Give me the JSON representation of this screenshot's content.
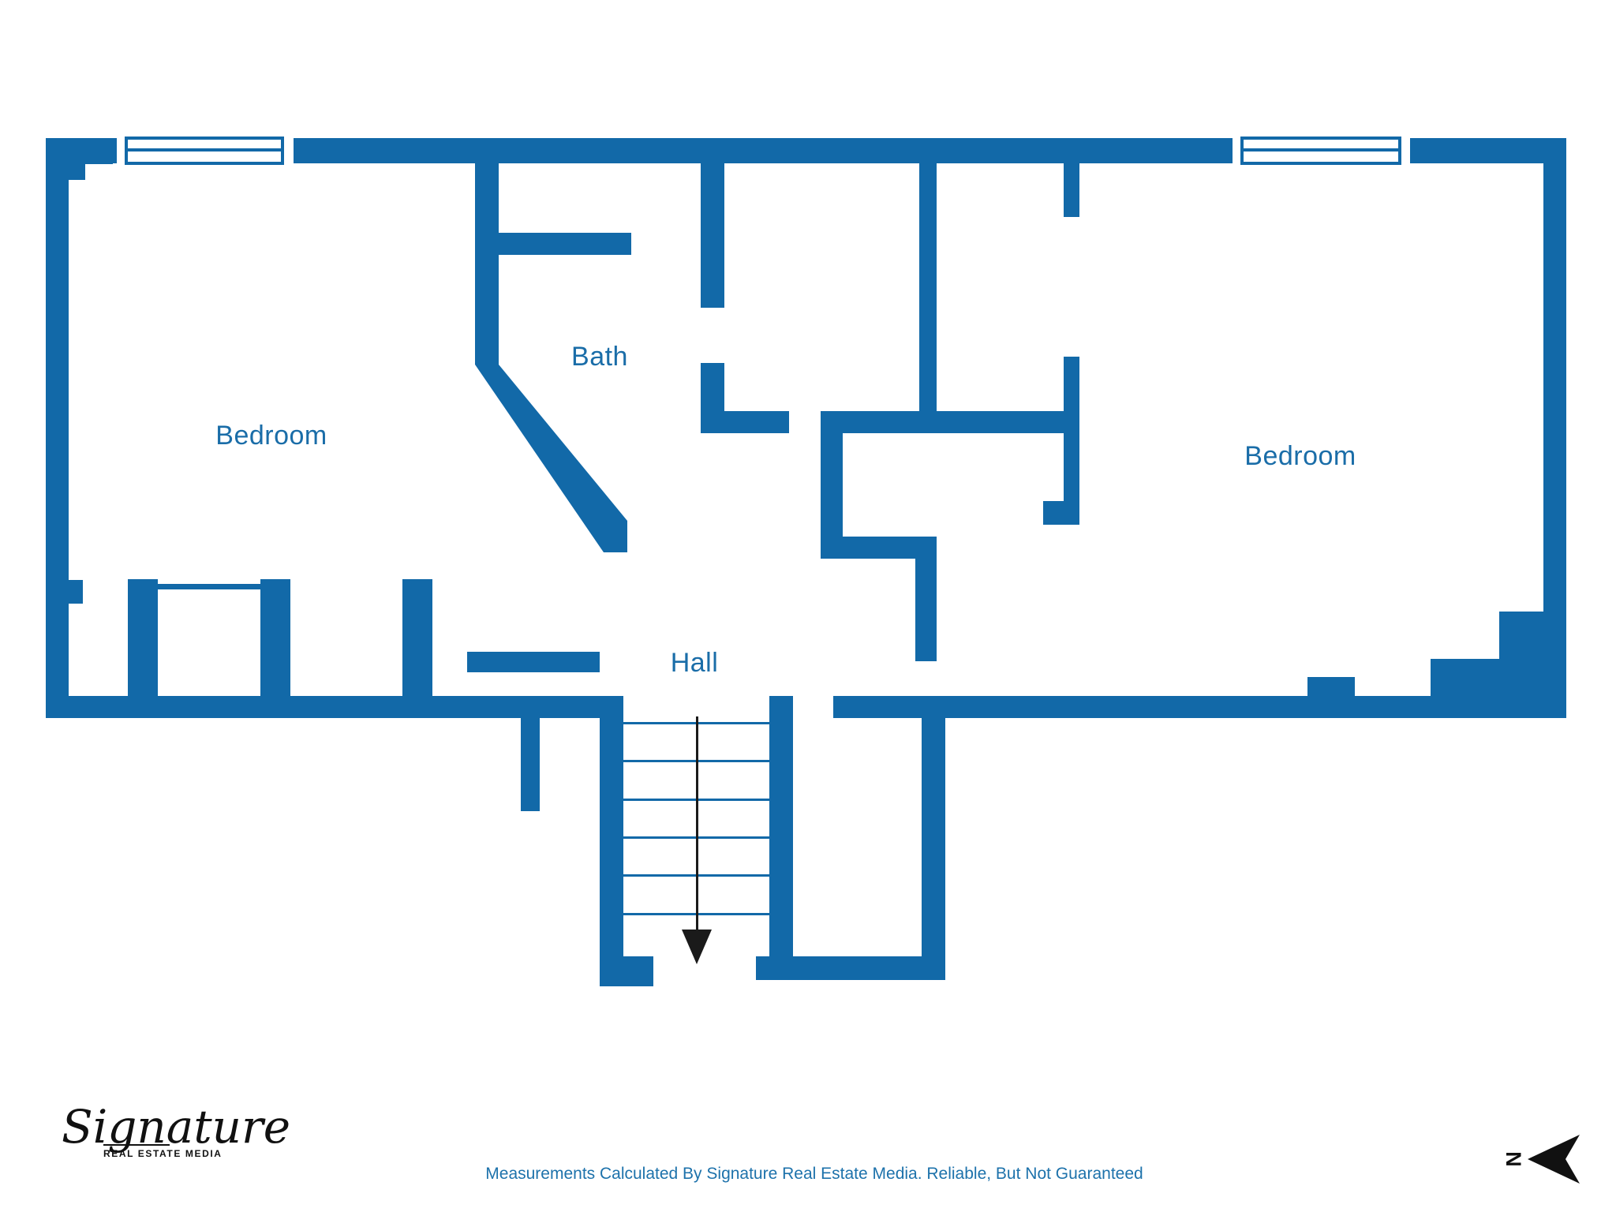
{
  "colors": {
    "wall": "#1269a8",
    "room_label": "#1a6da8",
    "footer_text": "#1d72ab",
    "window_fill": "#ffffff",
    "stair_arrow": "#1a1a1a",
    "logo": "#111111",
    "compass": "#111111"
  },
  "rooms": {
    "bedroom_left": {
      "label": "Bedroom"
    },
    "bath": {
      "label": "Bath"
    },
    "bedroom_right": {
      "label": "Bedroom"
    },
    "hall": {
      "label": "Hall"
    }
  },
  "stairs": {
    "direction_arrow": "down"
  },
  "logo": {
    "brand": "Signature",
    "tagline": "REAL ESTATE MEDIA"
  },
  "compass": {
    "north_label": "N"
  },
  "footer": {
    "disclaimer": "Measurements Calculated By Signature Real Estate Media. Reliable, But Not Guaranteed"
  }
}
